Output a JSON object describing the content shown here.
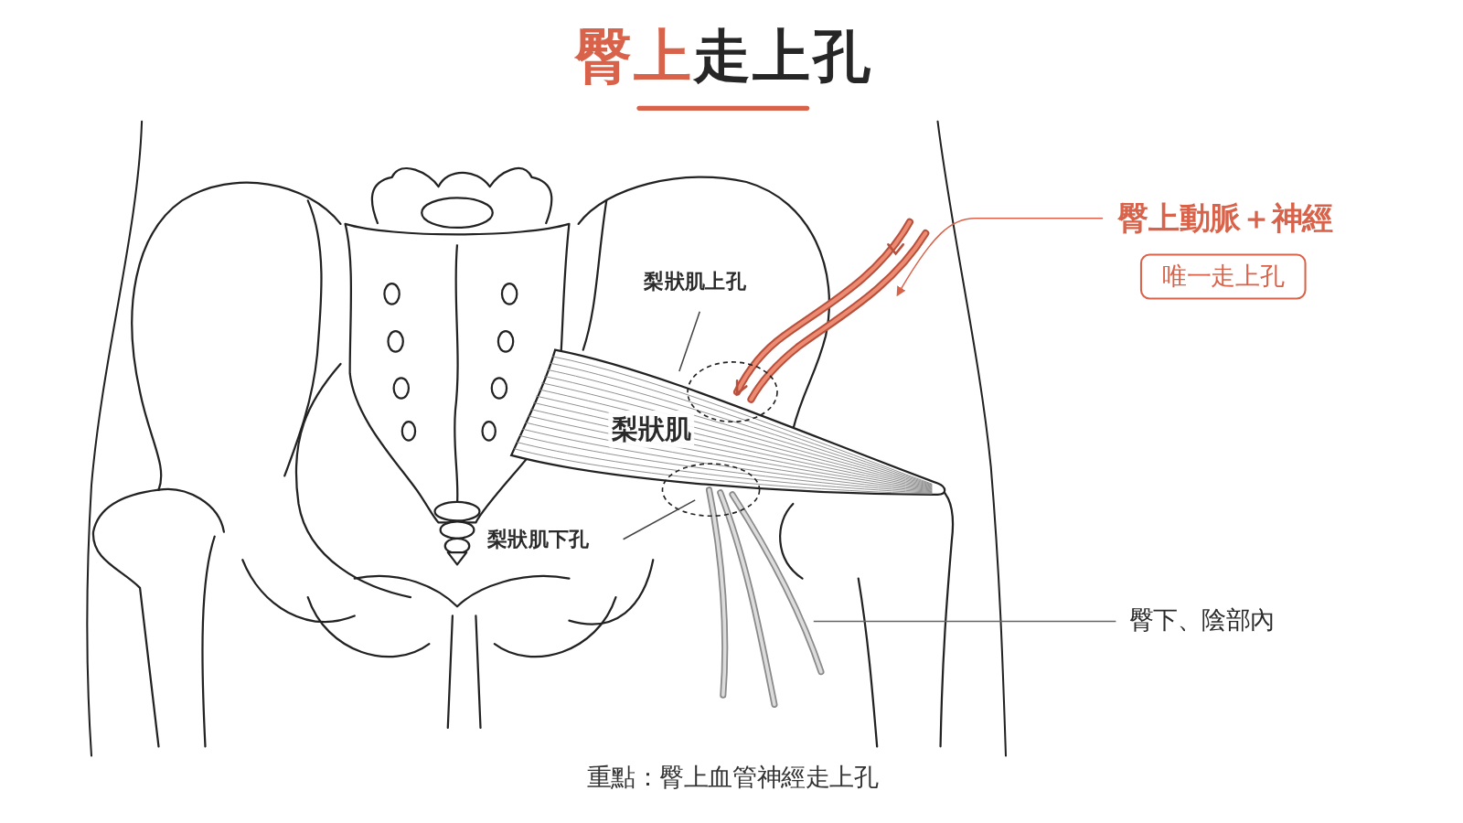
{
  "diagram": {
    "title": "臀上走上孔",
    "caption": "重點：臀上血管神經走上孔",
    "nodes": [
      {
        "text": [
          "臀上動脈＋神經",
          "唯一走上孔"
        ]
      }
    ],
    "labels": [
      "梨狀肌上孔",
      "梨狀肌",
      "梨狀肌下孔",
      "臀下、陰部內"
    ]
  }
}
